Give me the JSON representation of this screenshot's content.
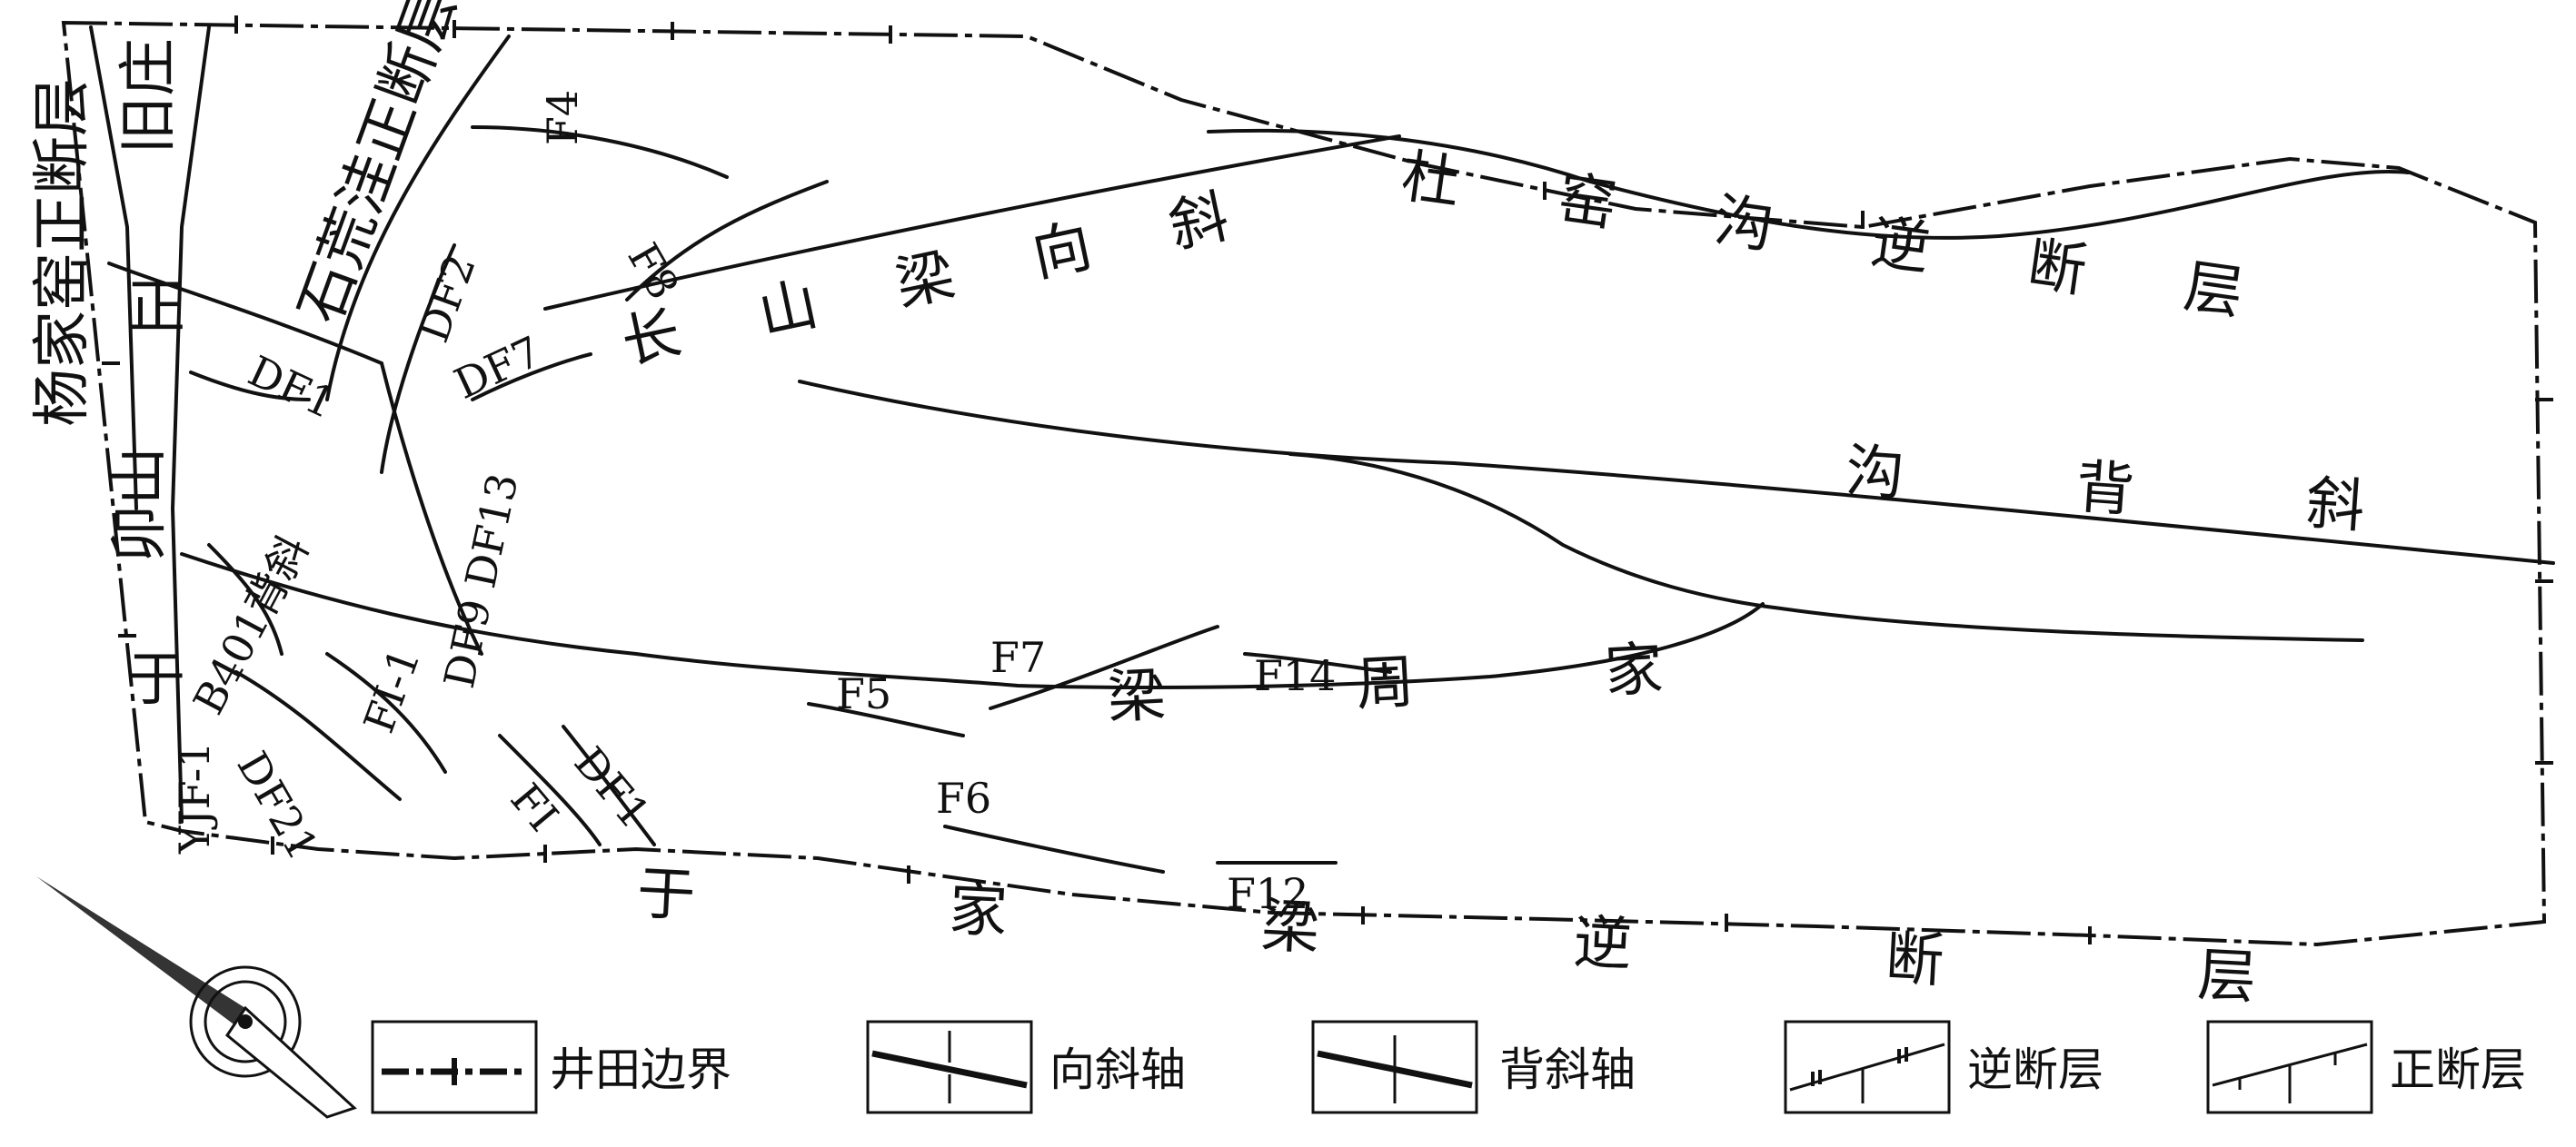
{
  "labels": {
    "yangjiayao": "杨家窑正断层",
    "shihuangwa": "石荒洼正断层",
    "changshanliang": "长山梁向斜",
    "duyaogou": "杜窑沟逆断层",
    "qiumogou": "沟背斜",
    "zhoujialiang": "梁周家",
    "yujialiang": "于家梁逆断层",
    "jiuzhuang": "旧庄",
    "maoshan": "卯山",
    "b401": "B401背斜",
    "yu": "于",
    "zheng": "正",
    "df1": "DF1",
    "df2": "DF2",
    "df7": "DF7",
    "df9df13": "DF9 DF13",
    "df21": "DF21",
    "df1b": "DF1",
    "fi": "FI",
    "fi1": "FI-1",
    "yjf1": "YJF-1",
    "f4": "F4",
    "f8": "F8",
    "f5": "F5",
    "f6": "F6",
    "f7": "F7",
    "f12": "F12",
    "f14": "F14"
  },
  "legend": [
    {
      "id": "boundary",
      "label": "井田边界"
    },
    {
      "id": "syncline",
      "label": "向斜轴"
    },
    {
      "id": "anticline",
      "label": "背斜轴"
    },
    {
      "id": "reverse",
      "label": "逆断层"
    },
    {
      "id": "normal",
      "label": "正断层"
    }
  ],
  "colors": {
    "ink": "#111111",
    "paper": "#ffffff"
  },
  "compass": "north-arrow-icon"
}
